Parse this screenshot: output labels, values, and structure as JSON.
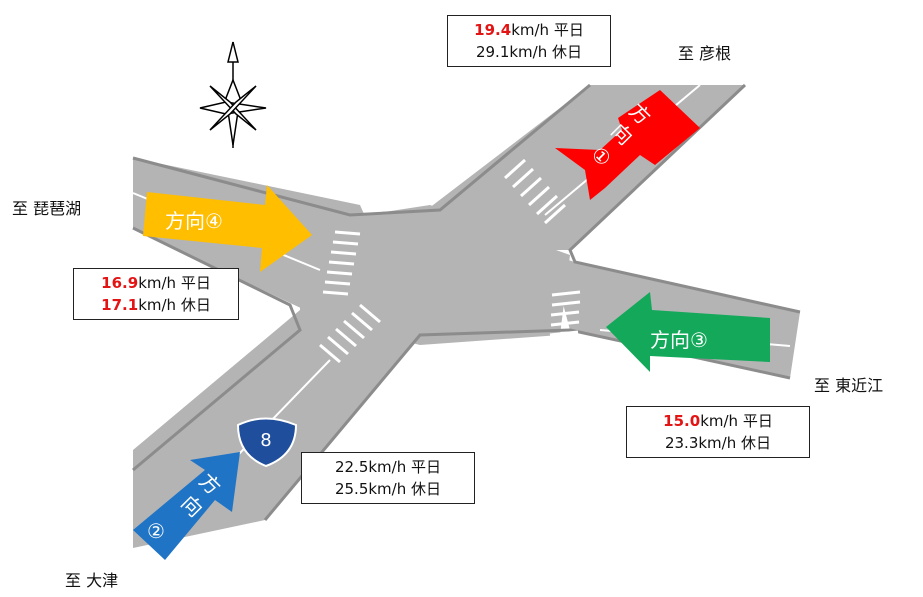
{
  "destinations": {
    "north": "至 彦根",
    "west": "至 琵琶湖",
    "east": "至 東近江",
    "south": "至 大津"
  },
  "directions": {
    "d1": {
      "label_top": "方",
      "label_mid": "向",
      "label_num": "①",
      "color": "#ff0000"
    },
    "d2": {
      "label_top": "方",
      "label_mid": "向",
      "label_num": "②",
      "color": "#1f74c6"
    },
    "d3": {
      "label": "方向③",
      "color": "#13a85a"
    },
    "d4": {
      "label": "方向④",
      "color": "#ffbe00"
    }
  },
  "route_sign": {
    "number": "8",
    "color": "#1f4e9c"
  },
  "speed_boxes": {
    "north": {
      "weekday_value": "19.4",
      "weekday_unit": "km/h 平日",
      "weekday_highlight": true,
      "holiday_value": "29.1",
      "holiday_unit": "km/h 休日",
      "holiday_highlight": false
    },
    "west": {
      "weekday_value": "16.9",
      "weekday_unit": "km/h 平日",
      "weekday_highlight": true,
      "holiday_value": "17.1",
      "holiday_unit": "km/h 休日",
      "holiday_highlight": true
    },
    "east": {
      "weekday_value": "15.0",
      "weekday_unit": "km/h 平日",
      "weekday_highlight": true,
      "holiday_value": "23.3",
      "holiday_unit": "km/h 休日",
      "holiday_highlight": false
    },
    "south": {
      "weekday_value": "22.5",
      "weekday_unit": "km/h 平日",
      "weekday_highlight": false,
      "holiday_value": "25.5",
      "holiday_unit": "km/h 休日",
      "holiday_highlight": false
    }
  },
  "colors": {
    "road": "#b4b4b4",
    "road_dark": "#8c8c8c",
    "highlight": "#e31414"
  }
}
